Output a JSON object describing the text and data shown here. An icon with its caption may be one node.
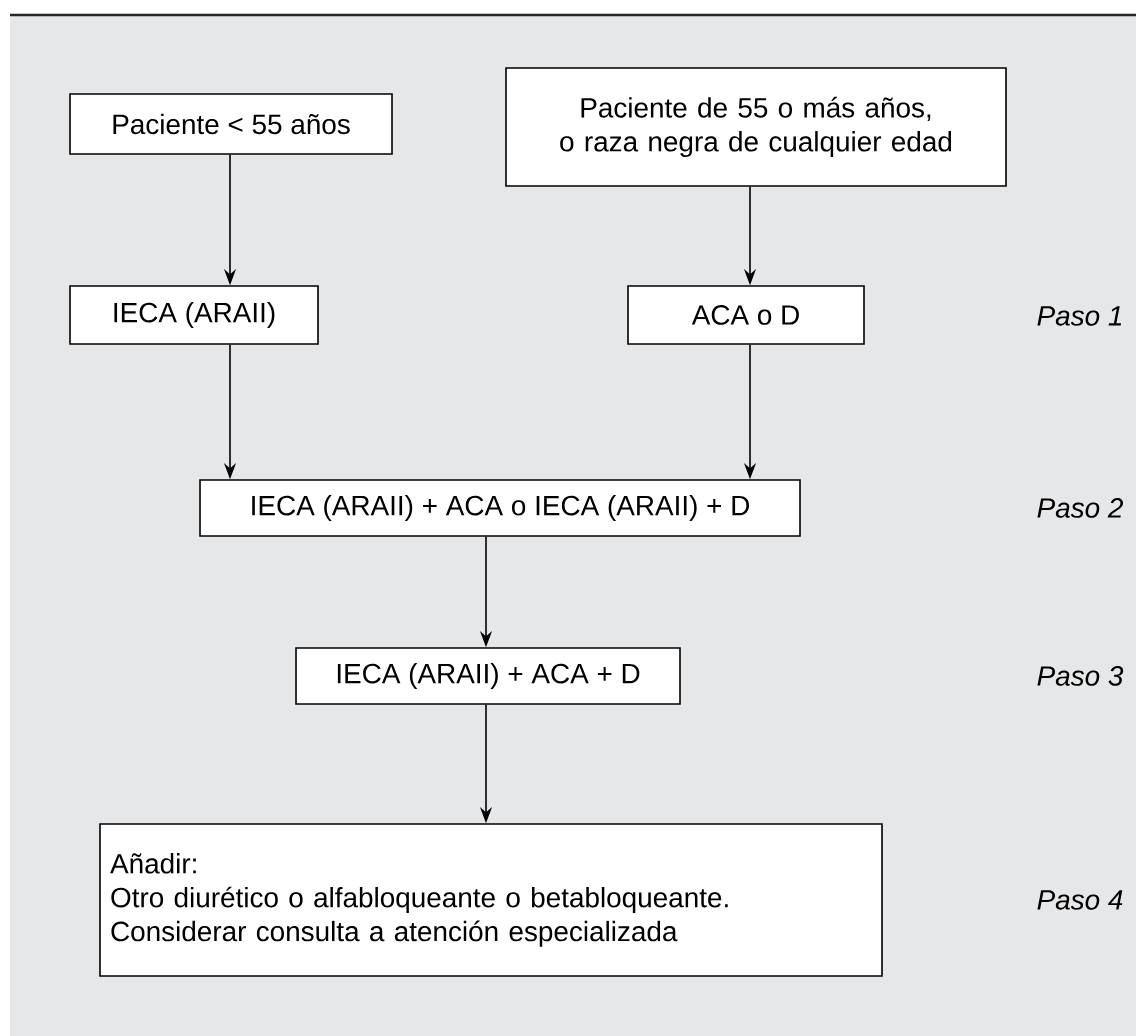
{
  "diagram": {
    "nodes": [
      {
        "text": [
          "Paciente < 55 años"
        ]
      },
      {
        "text": [
          "Paciente de 55 o más años, o raza negra de cualquier edad"
        ]
      },
      {
        "text": [
          "IECA (ARAII)"
        ]
      },
      {
        "text": [
          "ACA o D"
        ]
      },
      {
        "text": [
          "IECA (ARAII) + ACA o IECA (ARAII) + D"
        ]
      },
      {
        "text": [
          "IECA (ARAII) + ACA + D"
        ]
      },
      {
        "text": [
          "Añadir:",
          "Otro diurético o alfabloqueante o betabloqueante.",
          "Considerar consulta a atención especializada"
        ]
      }
    ],
    "edges": [
      {
        "from": 0,
        "to": 2,
        "arrow": "to"
      },
      {
        "from": 1,
        "to": 3,
        "arrow": "to"
      },
      {
        "from": 2,
        "to": 4,
        "arrow": "to"
      },
      {
        "from": 3,
        "to": 4,
        "arrow": "to"
      },
      {
        "from": 4,
        "to": 5,
        "arrow": "to"
      },
      {
        "from": 5,
        "to": 6,
        "arrow": "to"
      }
    ],
    "labels": [
      "Paso 1",
      "Paso 2",
      "Paso 3",
      "Paso 4"
    ]
  }
}
